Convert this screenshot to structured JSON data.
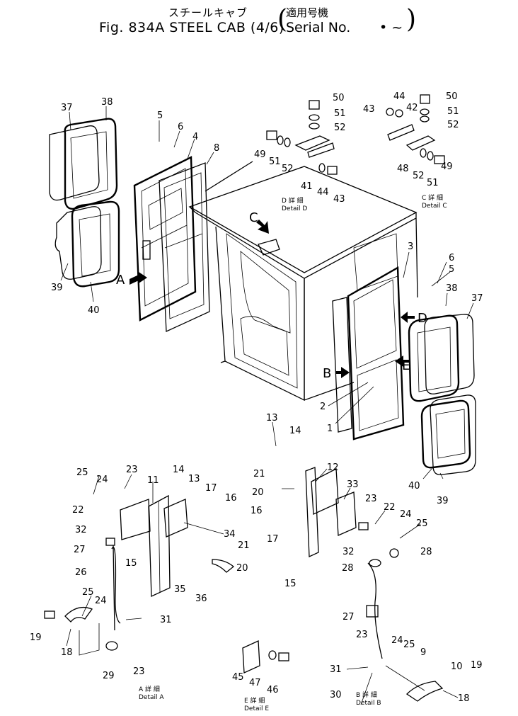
{
  "header": {
    "title_jp": "スチールキャブ",
    "title_en": "Fig. 834A  STEEL CAB (4/6)",
    "serial_jp": "適用号機",
    "serial_en": "Serial No.",
    "serial_range": "•  ~",
    "paren_open": "(",
    "paren_close": ")"
  },
  "detail_labels": {
    "d_jp": "D 詳 細",
    "d_en": "Detail  D",
    "c_jp": "C 詳 細",
    "c_en": "Detail  C",
    "a_jp": "A 詳 細",
    "a_en": "Detail  A",
    "e_jp": "E 詳 細",
    "e_en": "Detail  E",
    "b_jp": "B 詳 細",
    "b_en": "Detail  B"
  },
  "view_arrows": {
    "a": "A",
    "b": "B",
    "c": "C",
    "d": "D",
    "e": "E"
  },
  "callouts": {
    "c37a": "37",
    "c38a": "38",
    "c39a": "39",
    "c40a": "40",
    "c5a": "5",
    "c6a": "6",
    "c4": "4",
    "c8": "8",
    "c50d": "50",
    "c51d": "51",
    "c52d": "52",
    "c49d": "49",
    "c51d2": "51",
    "c52d2": "52",
    "c41": "41",
    "c44d": "44",
    "c43d": "43",
    "c44c": "44",
    "c43c": "43",
    "c42": "42",
    "c50c": "50",
    "c51c": "51",
    "c52c": "52",
    "c48": "48",
    "c52c2": "52",
    "c51c2": "51",
    "c49c": "49",
    "c3": "3",
    "c6b": "6",
    "c5b": "5",
    "c38b": "38",
    "c37b": "37",
    "c2": "2",
    "c1": "1",
    "c40b": "40",
    "c39b": "39",
    "c13": "13",
    "c14": "14",
    "c21": "21",
    "c12": "12",
    "c20": "20",
    "c33": "33",
    "c16": "16",
    "c17": "17",
    "c15": "15",
    "c23b": "23",
    "c22b": "22",
    "c24b": "24",
    "c25b": "25",
    "c32b": "32",
    "c28a": "28",
    "c28b": "28",
    "c27b": "27",
    "c23c": "23",
    "c24c": "24",
    "c25c": "25",
    "c9": "9",
    "c10": "10",
    "c19b": "19",
    "c31b": "31",
    "c30": "30",
    "c18b": "18",
    "c25a": "25",
    "c24a": "24",
    "c23a": "23",
    "c11": "11",
    "c14a": "14",
    "c13a": "13",
    "c17a": "17",
    "c16a": "16",
    "c22a": "22",
    "c32a": "32",
    "c34": "34",
    "c27a": "27",
    "c21a": "21",
    "c15a": "15",
    "c20a": "20",
    "c26": "26",
    "c35": "35",
    "c36": "36",
    "c25d": "25",
    "c24d": "24",
    "c31a": "31",
    "c19a": "19",
    "c18a": "18",
    "c29": "29",
    "c23d": "23",
    "c45": "45",
    "c47": "47",
    "c46": "46"
  }
}
